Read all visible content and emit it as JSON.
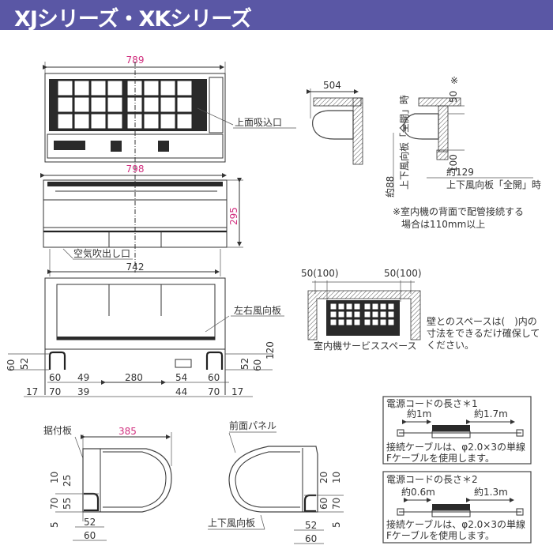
{
  "header": {
    "title": "XJシリーズ・XKシリーズ",
    "background_color": "#5a57a5"
  },
  "colors": {
    "dimension_accent": "#d1307f",
    "line": "#333333"
  },
  "top_view": {
    "width_dim": "789",
    "label_intake": "上面吸込口"
  },
  "front_view": {
    "width_dim": "798",
    "height_dim": "295",
    "label_outlet": "空気吹出し口"
  },
  "bottom_view": {
    "width_dim": "742",
    "label_louver": "左右風向板",
    "left_vertical": [
      "60",
      "52"
    ],
    "right_vertical": [
      "52",
      "60",
      "120"
    ],
    "row1": [
      "60",
      "49",
      "280",
      "54",
      "60"
    ],
    "row2": [
      "17",
      "70",
      "39",
      "44",
      "70",
      "17"
    ]
  },
  "side_left": {
    "label_plate": "据付板",
    "depth_dim": "385",
    "vertical": [
      "10",
      "25",
      "70",
      "55",
      "5"
    ],
    "horizontal": [
      "52",
      "60"
    ]
  },
  "side_right": {
    "label_panel": "前面パネル",
    "label_louver": "上下風向板",
    "vertical": [
      "20",
      "10",
      "60",
      "70",
      "5"
    ],
    "horizontal": [
      "52",
      "60"
    ]
  },
  "install_views": {
    "depth_dim": "504",
    "top_clearance": "50",
    "top_clearance_mark": "※",
    "bottom_clearance": "100",
    "louver_depth": "約129",
    "louver_note": "上下風向板「全開」時",
    "louver_height": "約88",
    "louver_height_note": "上下風向板「全開」時",
    "footnote_line1": "※室内機の背面で配管接続する",
    "footnote_line2": "場合は110mm以上"
  },
  "service_space": {
    "left_dim": "50(100)",
    "right_dim": "50(100)",
    "caption": "室内機サービススペース",
    "note_line1": "壁とのスペースは(　)内の",
    "note_line2": "寸法をできるだけ確保して",
    "note_line3": "ください。"
  },
  "cord_boxes": [
    {
      "title": "電源コードの長さ＊1",
      "left_len": "約1m",
      "right_len": "約1.7m",
      "note_line1": "接続ケーブルは、φ2.0×3の単線",
      "note_line2": "Fケーブルを使用します。"
    },
    {
      "title": "電源コードの長さ＊2",
      "left_len": "約0.6m",
      "right_len": "約1.3m",
      "note_line1": "接続ケーブルは、φ2.0×3の単線",
      "note_line2": "Fケーブルを使用します。"
    }
  ]
}
